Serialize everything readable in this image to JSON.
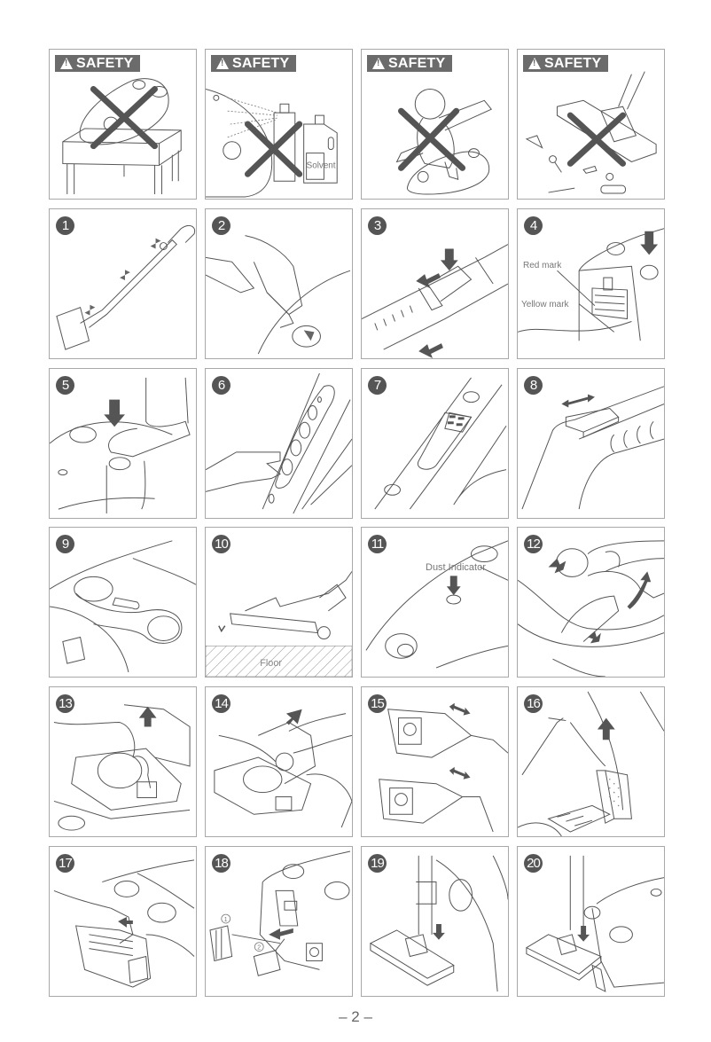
{
  "safety_panels": [
    {
      "label": "SAFETY",
      "icon": "warning-triangle-icon",
      "scene": "vacuum-on-table",
      "prohibited": true
    },
    {
      "label": "SAFETY",
      "icon": "warning-triangle-icon",
      "scene": "vacuum-near-solvent",
      "prohibited": true,
      "annotation": "Solvent"
    },
    {
      "label": "SAFETY",
      "icon": "warning-triangle-icon",
      "scene": "child-riding-vacuum",
      "prohibited": true
    },
    {
      "label": "SAFETY",
      "icon": "warning-triangle-icon",
      "scene": "sucking-sharp-objects",
      "prohibited": true
    }
  ],
  "steps": [
    {
      "number": "1",
      "scene": "assemble-telescopic-tube"
    },
    {
      "number": "2",
      "scene": "insert-hose-into-inlet"
    },
    {
      "number": "3",
      "scene": "adjust-tube-length"
    },
    {
      "number": "4",
      "scene": "pull-out-cord",
      "annotations": [
        "Red mark",
        "Yellow mark"
      ]
    },
    {
      "number": "5",
      "scene": "press-cord-rewind-pedal"
    },
    {
      "number": "6",
      "scene": "press-power-button"
    },
    {
      "number": "7",
      "scene": "suction-control-slider"
    },
    {
      "number": "8",
      "scene": "handle-air-slide"
    },
    {
      "number": "9",
      "scene": "tube-parking-holder"
    },
    {
      "number": "10",
      "scene": "floor-nozzle-on-floor",
      "annotations": [
        "Floor"
      ]
    },
    {
      "number": "11",
      "scene": "dust-indicator",
      "annotations": [
        "Dust Indicator"
      ]
    },
    {
      "number": "12",
      "scene": "remove-hose-open-lid"
    },
    {
      "number": "13",
      "scene": "lift-dust-bag-holder"
    },
    {
      "number": "14",
      "scene": "remove-dust-bag"
    },
    {
      "number": "15",
      "scene": "close-dust-bag"
    },
    {
      "number": "16",
      "scene": "remove-motor-filter"
    },
    {
      "number": "17",
      "scene": "open-exhaust-grille"
    },
    {
      "number": "18",
      "scene": "replace-exhaust-filters",
      "annotations": [
        "1",
        "2"
      ]
    },
    {
      "number": "19",
      "scene": "park-tube-upright"
    },
    {
      "number": "20",
      "scene": "store-tube-horizontal"
    }
  ],
  "page": {
    "footer": "– 2 –"
  },
  "colors": {
    "badge": "#555555",
    "safety_banner": "#6b6b6b",
    "border": "#a8a8a8",
    "line_art": "#555555",
    "cross": "#555555"
  }
}
